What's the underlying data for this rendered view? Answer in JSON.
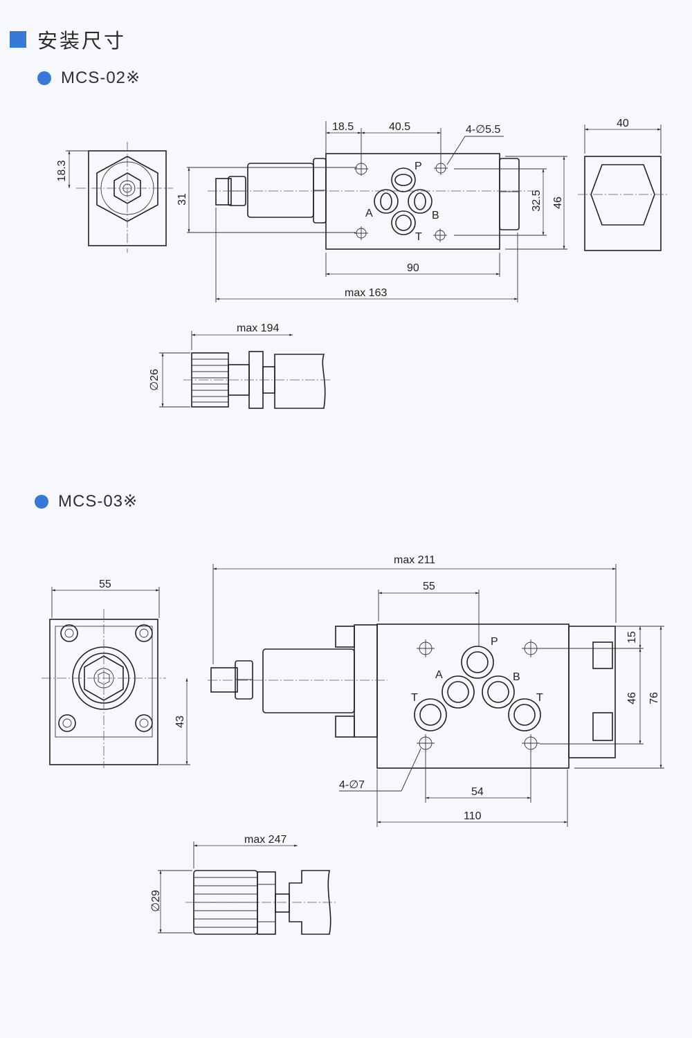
{
  "section_title": "安装尺寸",
  "mcs02": {
    "name": "MCS-02※",
    "dims": {
      "d18_3": "18.3",
      "d31": "31",
      "d18_5": "18.5",
      "d40_5": "40.5",
      "holes": "4-∅5.5",
      "d32_5": "32.5",
      "d46": "46",
      "d40": "40",
      "d90": "90",
      "max163": "max 163",
      "max194": "max 194",
      "dia26": "∅26"
    },
    "ports": {
      "p": "P",
      "a": "A",
      "b": "B",
      "t": "T"
    }
  },
  "mcs03": {
    "name": "MCS-03※",
    "dims": {
      "d55a": "55",
      "max211": "max 211",
      "d55b": "55",
      "d15": "15",
      "d46": "46",
      "d76": "76",
      "d43": "43",
      "holes": "4-∅7",
      "d54": "54",
      "d110": "110",
      "max247": "max 247",
      "dia29": "∅29"
    },
    "ports": {
      "p": "P",
      "a": "A",
      "b": "B",
      "t1": "T",
      "t2": "T"
    }
  },
  "colors": {
    "accent": "#3a78d8"
  }
}
